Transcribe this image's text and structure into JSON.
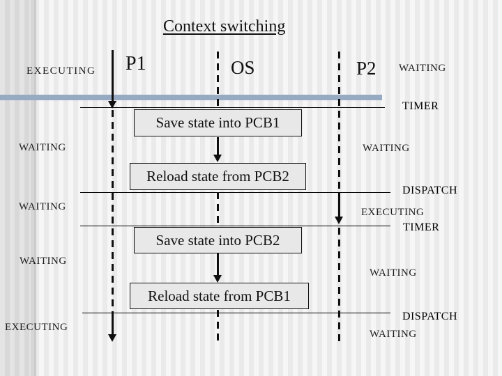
{
  "slide": {
    "title": "Context switching"
  },
  "diagram": {
    "accent_bar_color": "#96aac4",
    "lanes": [
      {
        "label": "P1"
      },
      {
        "label": "OS"
      },
      {
        "label": "P2"
      }
    ],
    "boxes": [
      {
        "label": "Save state into PCB1"
      },
      {
        "label": "Reload state from PCB2"
      },
      {
        "label": "Save state into PCB2"
      },
      {
        "label": "Reload state from PCB1"
      }
    ],
    "p1_states": [
      {
        "text": "EXECUTING"
      },
      {
        "text": "WAITING"
      },
      {
        "text": "WAITING"
      },
      {
        "text": "WAITING"
      },
      {
        "text": "EXECUTING"
      }
    ],
    "p2_states": [
      {
        "text": "WAITING"
      },
      {
        "text": "TIMER"
      },
      {
        "text": "WAITING"
      },
      {
        "text": "DISPATCH"
      },
      {
        "text": "EXECUTING"
      },
      {
        "text": "TIMER"
      },
      {
        "text": "WAITING"
      },
      {
        "text": "DISPATCH"
      },
      {
        "text": "WAITING"
      }
    ]
  }
}
